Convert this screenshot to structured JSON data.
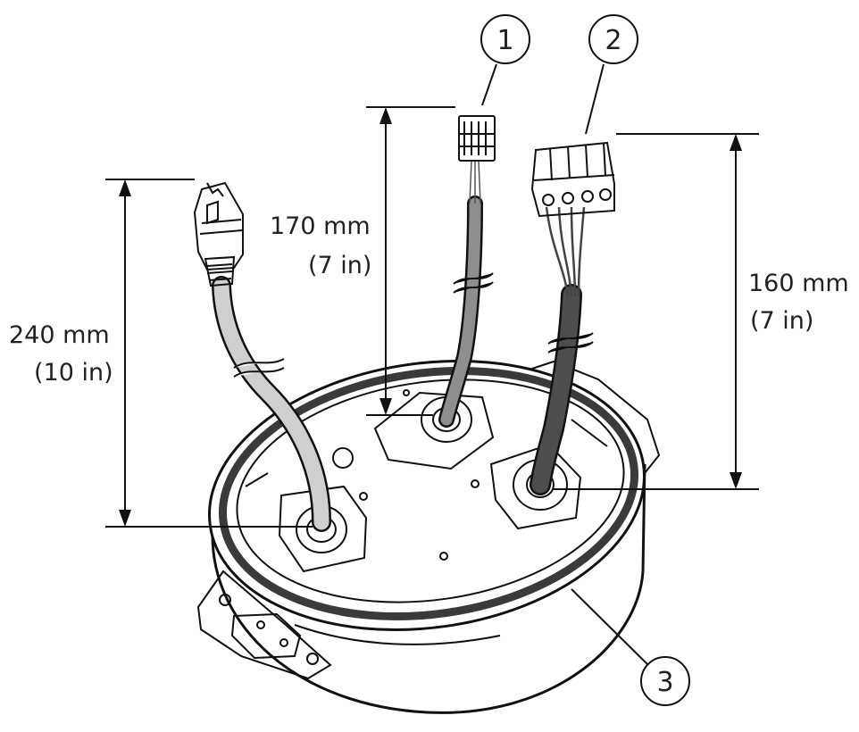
{
  "dimensions": {
    "ethernet_cable": {
      "metric": "240 mm",
      "imperial": "(10 in)"
    },
    "cable_1": {
      "metric": "170 mm",
      "imperial": "(7 in)"
    },
    "cable_2": {
      "metric": "160 mm",
      "imperial": "(7 in)"
    }
  },
  "callouts": [
    {
      "label": "1"
    },
    {
      "label": "2"
    },
    {
      "label": "3"
    }
  ],
  "colors": {
    "line": "#111111",
    "light_cable": "#c8c8c8",
    "mid_cable": "#8a8a8a",
    "dark_cable": "#4a4a4a",
    "body": "#ffffff"
  }
}
